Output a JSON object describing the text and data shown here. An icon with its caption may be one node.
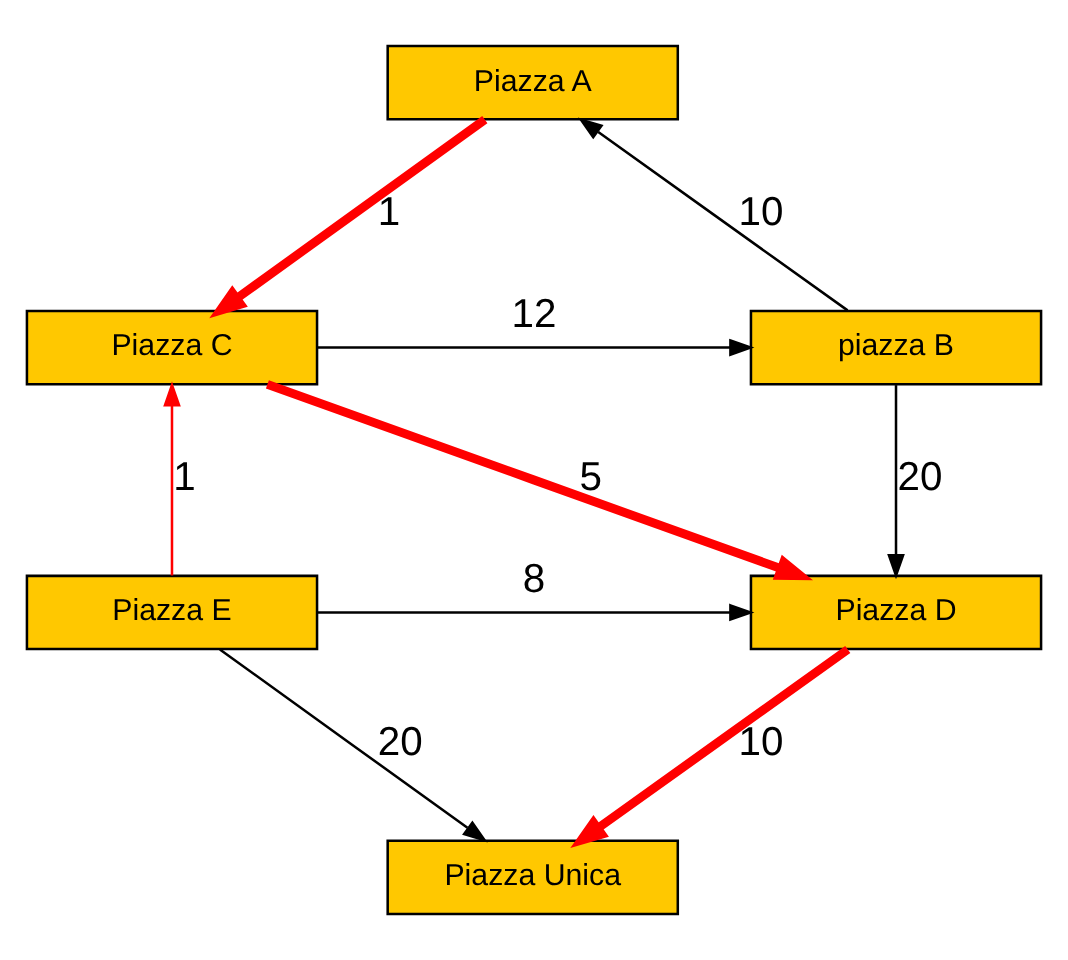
{
  "diagram": {
    "nodes": [
      {
        "text": [
          "Piazza A"
        ]
      },
      {
        "text": [
          "piazza B"
        ]
      },
      {
        "text": [
          "Piazza C"
        ]
      },
      {
        "text": [
          "Piazza D"
        ]
      },
      {
        "text": [
          "Piazza E"
        ]
      },
      {
        "text": [
          "Piazza Unica"
        ]
      }
    ],
    "edges": [
      {
        "from": 1,
        "to": 0,
        "arrow": "to",
        "label": "10"
      },
      {
        "from": 0,
        "to": 2,
        "arrow": "to",
        "label": "1",
        "style": "thick",
        "color": "#ff0000"
      },
      {
        "from": 2,
        "to": 1,
        "arrow": "to",
        "label": "12"
      },
      {
        "from": 1,
        "to": 3,
        "arrow": "to",
        "label": "20"
      },
      {
        "from": 2,
        "to": 3,
        "arrow": "to",
        "label": "5",
        "style": "thick",
        "color": "#ff0000"
      },
      {
        "from": 4,
        "to": 2,
        "arrow": "to",
        "label": "1",
        "color": "#ff0000"
      },
      {
        "from": 4,
        "to": 3,
        "arrow": "to",
        "label": "8"
      },
      {
        "from": 3,
        "to": 5,
        "arrow": "to",
        "label": "10",
        "style": "thick",
        "color": "#ff0000"
      },
      {
        "from": 4,
        "to": 5,
        "arrow": "to",
        "label": "20"
      }
    ]
  }
}
